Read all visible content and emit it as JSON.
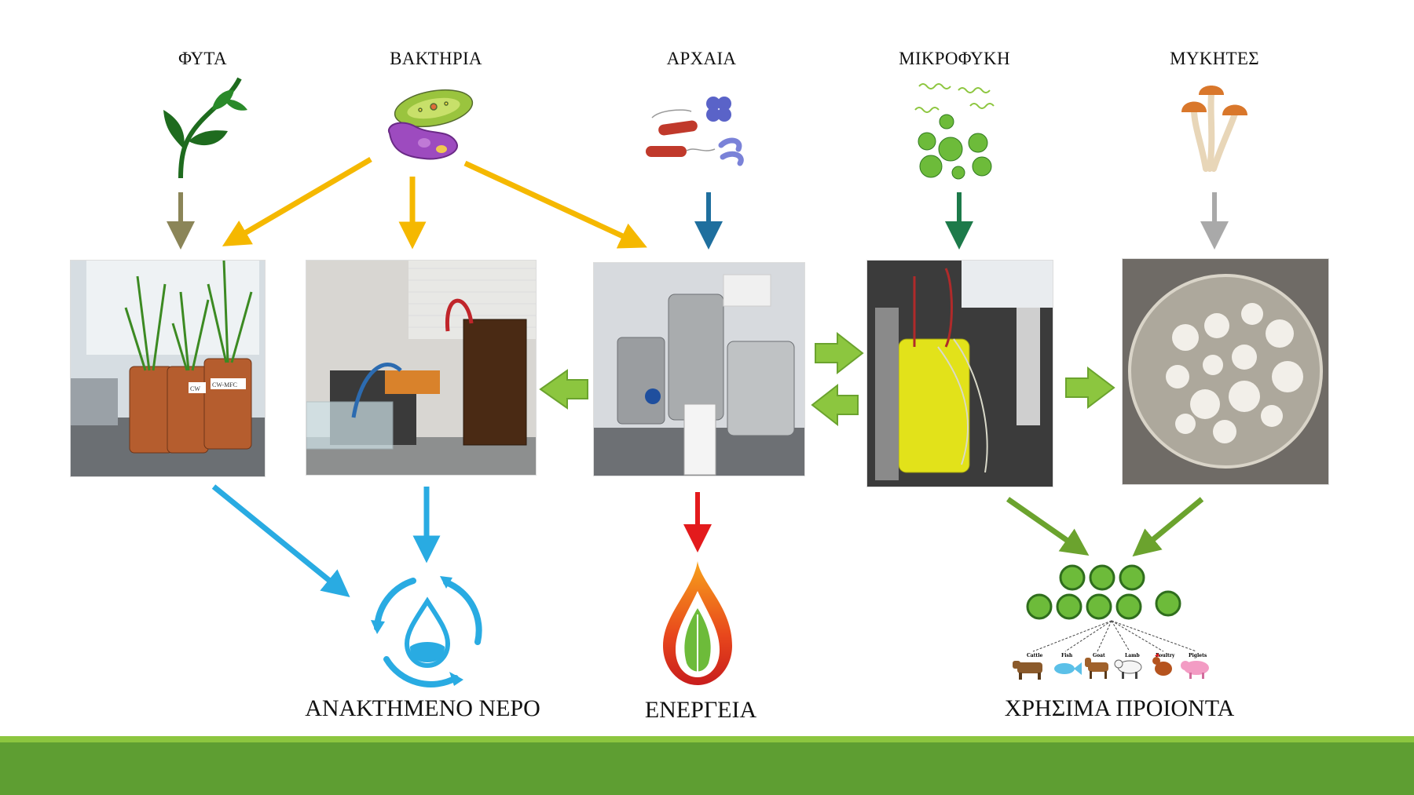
{
  "sources": [
    {
      "id": "plants",
      "label": "ΦΥΤΑ",
      "icon": "plant-icon",
      "arrow_color": "#8b8558"
    },
    {
      "id": "bacteria",
      "label": "ΒΑΚΤΗΡΙΑ",
      "icon": "bacteria-icon",
      "arrow_color": "#f5b800"
    },
    {
      "id": "archaea",
      "label": "ΑΡΧΑΙΑ",
      "icon": "archaea-icon",
      "arrow_color": "#1f6f9e"
    },
    {
      "id": "microalgae",
      "label": "ΜΙΚΡΟΦΥΚΗ",
      "icon": "microalgae-icon",
      "arrow_color": "#1d7a4a"
    },
    {
      "id": "fungi",
      "label": "ΜΥΚΗΤΕΣ",
      "icon": "mushroom-icon",
      "arrow_color": "#a9a9a9"
    }
  ],
  "photos": [
    {
      "id": "wetland-mfc",
      "labels": [
        "CW",
        "CW-MFC"
      ]
    },
    {
      "id": "bioreactor-tank"
    },
    {
      "id": "anaerobic-digester"
    },
    {
      "id": "photobioreactor"
    },
    {
      "id": "fungal-petri-dish"
    }
  ],
  "outputs": {
    "water": {
      "label": "ΑΝΑΚΤΗΜΕΝΟ ΝΕΡΟ",
      "icon": "water-recycle-icon",
      "color": "#29abe2"
    },
    "energy": {
      "label": "ΕΝΕΡΓΕΙΑ",
      "icon": "flame-leaf-icon",
      "arrow_color": "#e31a1c"
    },
    "products": {
      "label": "ΧΡΗΣΙΜΑ ΠΡΟΙΟΝΤΑ",
      "icon": "feed-pellets-icon",
      "animals": [
        "Cattle",
        "Fish",
        "Goat",
        "Lamb",
        "Poultry",
        "Piglets"
      ]
    }
  },
  "colors": {
    "yellow_arrow": "#f5b800",
    "blue_arrow": "#29abe2",
    "green_block_arrow": "#8cc63f",
    "footer_light": "#8cc63f",
    "footer_dark": "#5e9e32"
  }
}
